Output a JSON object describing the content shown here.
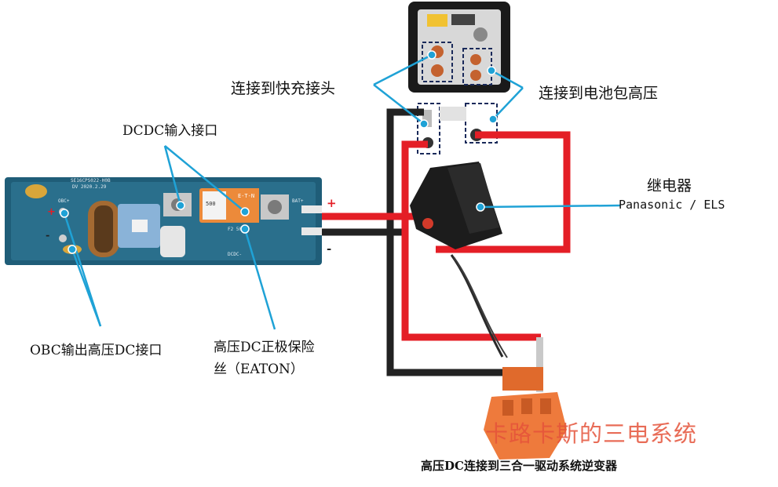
{
  "labels": {
    "fast_charge": "连接到快充接头",
    "battery_hv": "连接到电池包高压",
    "dcdc_input": "DCDC输入接口",
    "relay_title": "继电器",
    "relay_brand": "Panasonic / ELS",
    "obc_output": "OBC输出高压DC接口",
    "fuse_line1": "高压DC正极保险",
    "fuse_line2": "丝（EATON）",
    "inverter_caption": "高压DC连接到三合一驱动系统逆变器",
    "watermark": "卡路卡斯的三电系统",
    "plus_sign": "+",
    "minus_sign": "-"
  },
  "pcb": {
    "model": "SE16CPS022-H0B",
    "date": "DV 2020.2.29",
    "fuse_brand": "E-T-N",
    "fuse_rating": "500",
    "fuse_amp": "F2 50A",
    "port_obc": "OBC+",
    "port_dcdc": "DCDC-",
    "port_bat": "BAT+"
  },
  "colors": {
    "positive_wire": "#e41e26",
    "negative_wire": "#222222",
    "callout_line": "#1fa2d6",
    "pcb_base": "#1f5d78",
    "fuse_body": "#ec8a3a",
    "connector_orange": "#ee7a3c",
    "relay_body": "#1c1c1c"
  }
}
